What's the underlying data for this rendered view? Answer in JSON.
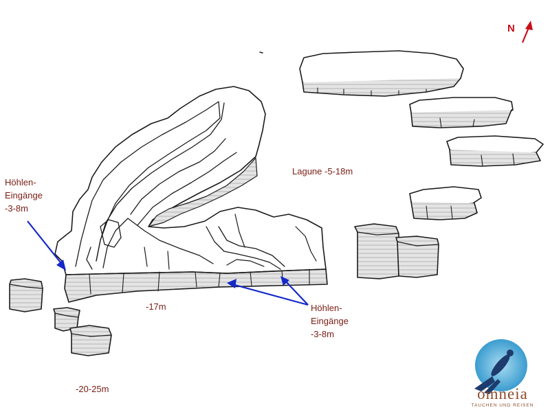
{
  "map": {
    "north_label": "N",
    "labels": {
      "lagoon": "Lagune -5-18m",
      "depth_reef_base": "-17m",
      "depth_outer": "-20-25m",
      "caves_left": {
        "line1": "Höhlen-",
        "line2": "Eingänge",
        "line3": "-3-8m"
      },
      "caves_right": {
        "line1": "Höhlen-",
        "line2": "Eingänge",
        "line3": "-3-8m"
      }
    },
    "icons": [
      "north-arrow-icon",
      "diver-icon"
    ],
    "colors": {
      "label_text": "#7a1c14",
      "arrows": "#1428c8",
      "north": "#c8101a",
      "sketch_line": "#1a1a1a",
      "reef_shading": "#cfcfcf",
      "logo_water": "#5fb3dc",
      "logo_text": "#8a4a2a"
    }
  },
  "logo": {
    "word": "omneia",
    "tagline": "TAUCHEN UND REISEN"
  }
}
